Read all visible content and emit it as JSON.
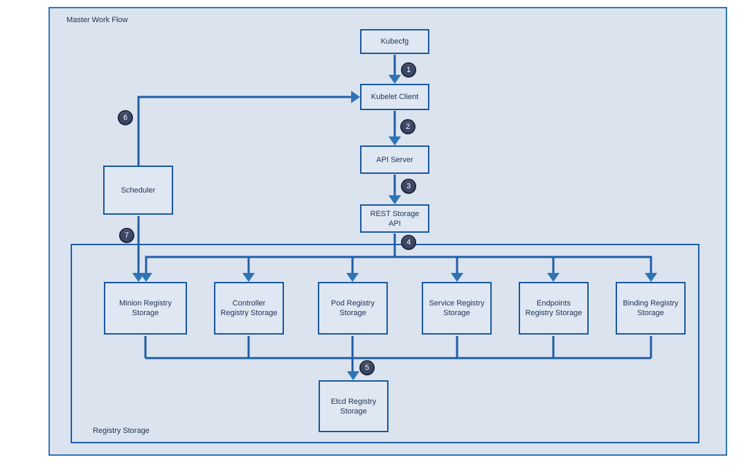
{
  "diagram": {
    "master_label": "Master Work Flow",
    "registry_label": "Registry Storage",
    "nodes": {
      "kubecfg": {
        "label": "Kubecfg"
      },
      "kubelet_client": {
        "label": "Kubelet Client"
      },
      "api_server": {
        "label": "API Server"
      },
      "rest_storage_api": {
        "label": "REST Storage API"
      },
      "scheduler": {
        "label": "Scheduler"
      },
      "minion_registry": {
        "label": "Minion Registry Storage"
      },
      "controller_registry": {
        "label": "Controller Registry Storage"
      },
      "pod_registry": {
        "label": "Pod Registry Storage"
      },
      "service_registry": {
        "label": "Service Registry Storage"
      },
      "endpoints_registry": {
        "label": "Endpoints Registry Storage"
      },
      "binding_registry": {
        "label": "Binding Registry Storage"
      },
      "etcd_registry": {
        "label": "Etcd Registry Storage"
      }
    },
    "steps": [
      "1",
      "2",
      "3",
      "4",
      "5",
      "6",
      "7"
    ],
    "edges": [
      {
        "step": "1",
        "from": "Kubecfg",
        "to": "Kubelet Client"
      },
      {
        "step": "2",
        "from": "Kubelet Client",
        "to": "API Server"
      },
      {
        "step": "3",
        "from": "API Server",
        "to": "REST Storage API"
      },
      {
        "step": "4",
        "from": "REST Storage API",
        "to": "Minion / Controller / Pod / Service / Endpoints / Binding Registry Storage"
      },
      {
        "step": "5",
        "from": "Registry Storage boxes",
        "to": "Etcd Registry Storage"
      },
      {
        "step": "6",
        "from": "Scheduler",
        "to": "Kubelet Client"
      },
      {
        "step": "7",
        "from": "Scheduler",
        "to": "Minion Registry Storage"
      }
    ],
    "colors": {
      "container_fill": "#dbe3ef",
      "master_border": "#2e74b5",
      "group_border": "#1d5da6",
      "box_border": "#17579e",
      "box_fill": "#dfe7f3",
      "line": "#1d5da6",
      "arrowhead": "#2e74b5",
      "badge_fill": "#3b4764",
      "badge_border": "#1c2438",
      "badge_text": "#ffffff",
      "text": "#1e3352"
    }
  }
}
